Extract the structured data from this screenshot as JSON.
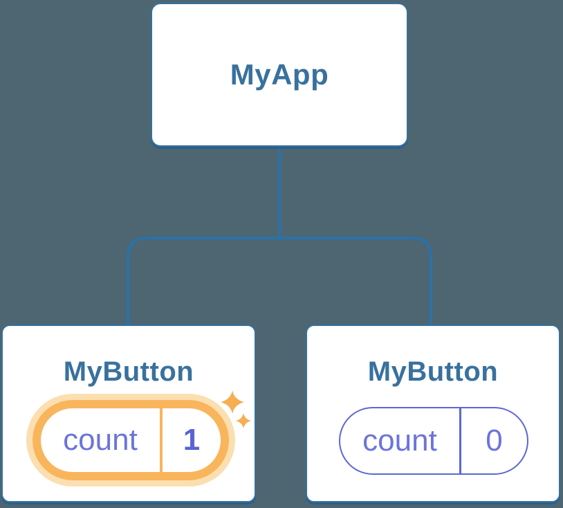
{
  "tree": {
    "root": {
      "label": "MyApp"
    },
    "children": [
      {
        "label": "MyButton",
        "state_key": "count",
        "state_value": "1",
        "highlighted": true
      },
      {
        "label": "MyButton",
        "state_key": "count",
        "state_value": "0",
        "highlighted": false
      }
    ]
  },
  "icons": {
    "sparkle": "sparkle-icon"
  },
  "colors": {
    "background": "#4d6671",
    "connector": "#2a72a8",
    "card_border": "#3571a1",
    "card_shadow": "#2d5f88",
    "card_title": "#38719e",
    "state_text": "#6b74dc",
    "state_value": "#5a63d2",
    "state_border": "#5c66d6",
    "highlight_orange": "#f9b55c",
    "highlight_glow": "#fcdfb0",
    "sparkle": "#f6ae52"
  }
}
